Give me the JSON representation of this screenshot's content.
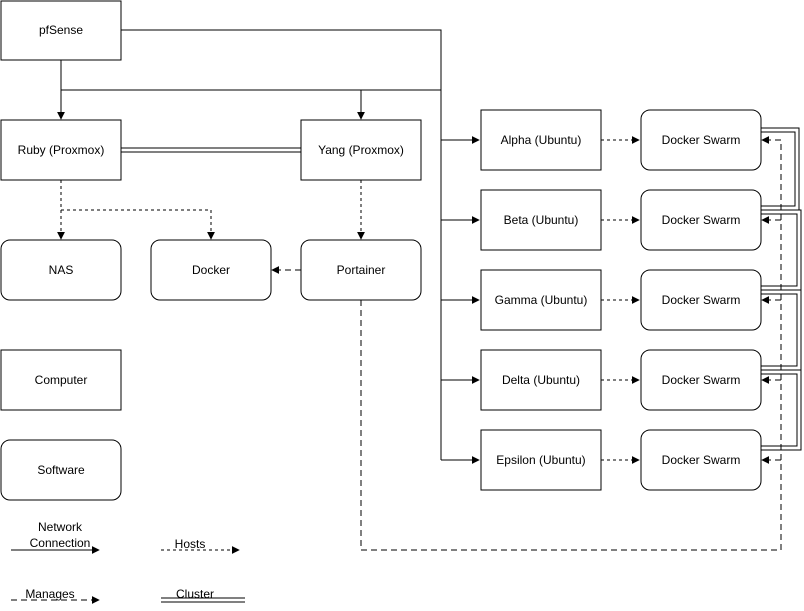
{
  "nodes": {
    "pfsense": "pfSense",
    "ruby": "Ruby (Proxmox)",
    "yang": "Yang (Proxmox)",
    "nas": "NAS",
    "docker": "Docker",
    "portainer": "Portainer",
    "computer": "Computer",
    "software": "Software",
    "alpha": "Alpha (Ubuntu)",
    "beta": "Beta (Ubuntu)",
    "gamma": "Gamma (Ubuntu)",
    "delta": "Delta (Ubuntu)",
    "epsilon": "Epsilon (Ubuntu)",
    "swarm1": "Docker Swarm",
    "swarm2": "Docker Swarm",
    "swarm3": "Docker Swarm",
    "swarm4": "Docker Swarm",
    "swarm5": "Docker Swarm"
  },
  "legend": {
    "network_line1": "Network",
    "network_line2": "Connection",
    "hosts": "Hosts",
    "manages": "Manages",
    "cluster": "Cluster"
  }
}
